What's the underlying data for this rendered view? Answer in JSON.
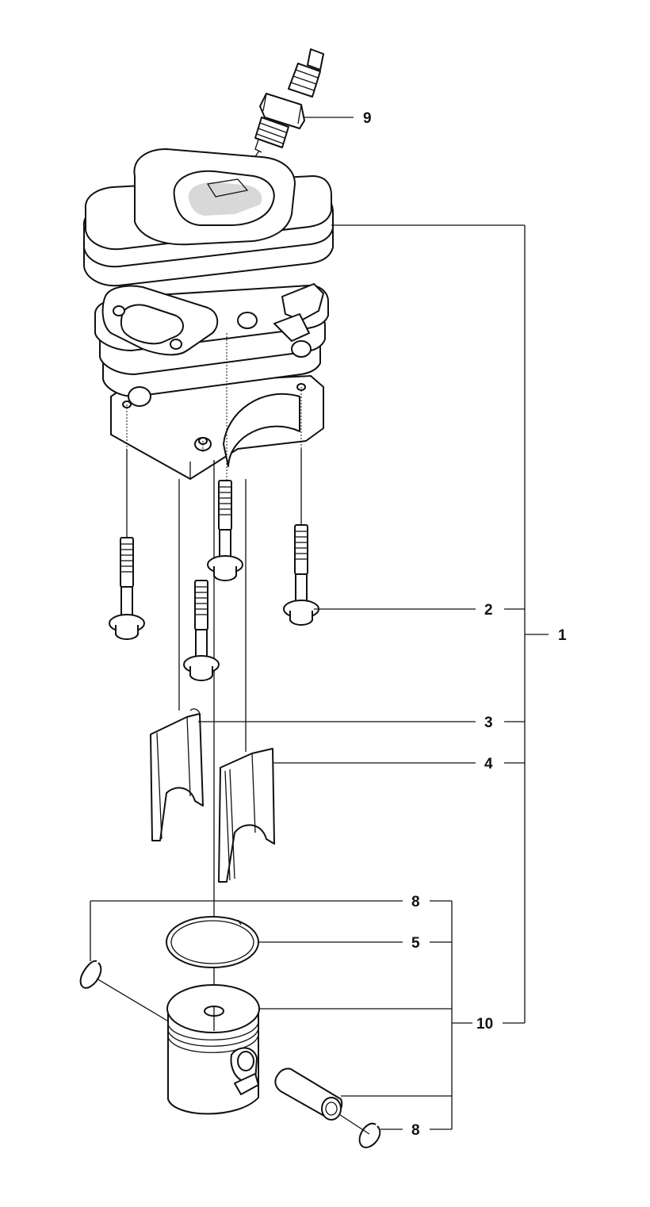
{
  "diagram": {
    "labels": {
      "l1": "1",
      "l2": "2",
      "l3": "3",
      "l4": "4",
      "l5": "5",
      "l8a": "8",
      "l8b": "8",
      "l9": "9",
      "l10": "10"
    }
  }
}
